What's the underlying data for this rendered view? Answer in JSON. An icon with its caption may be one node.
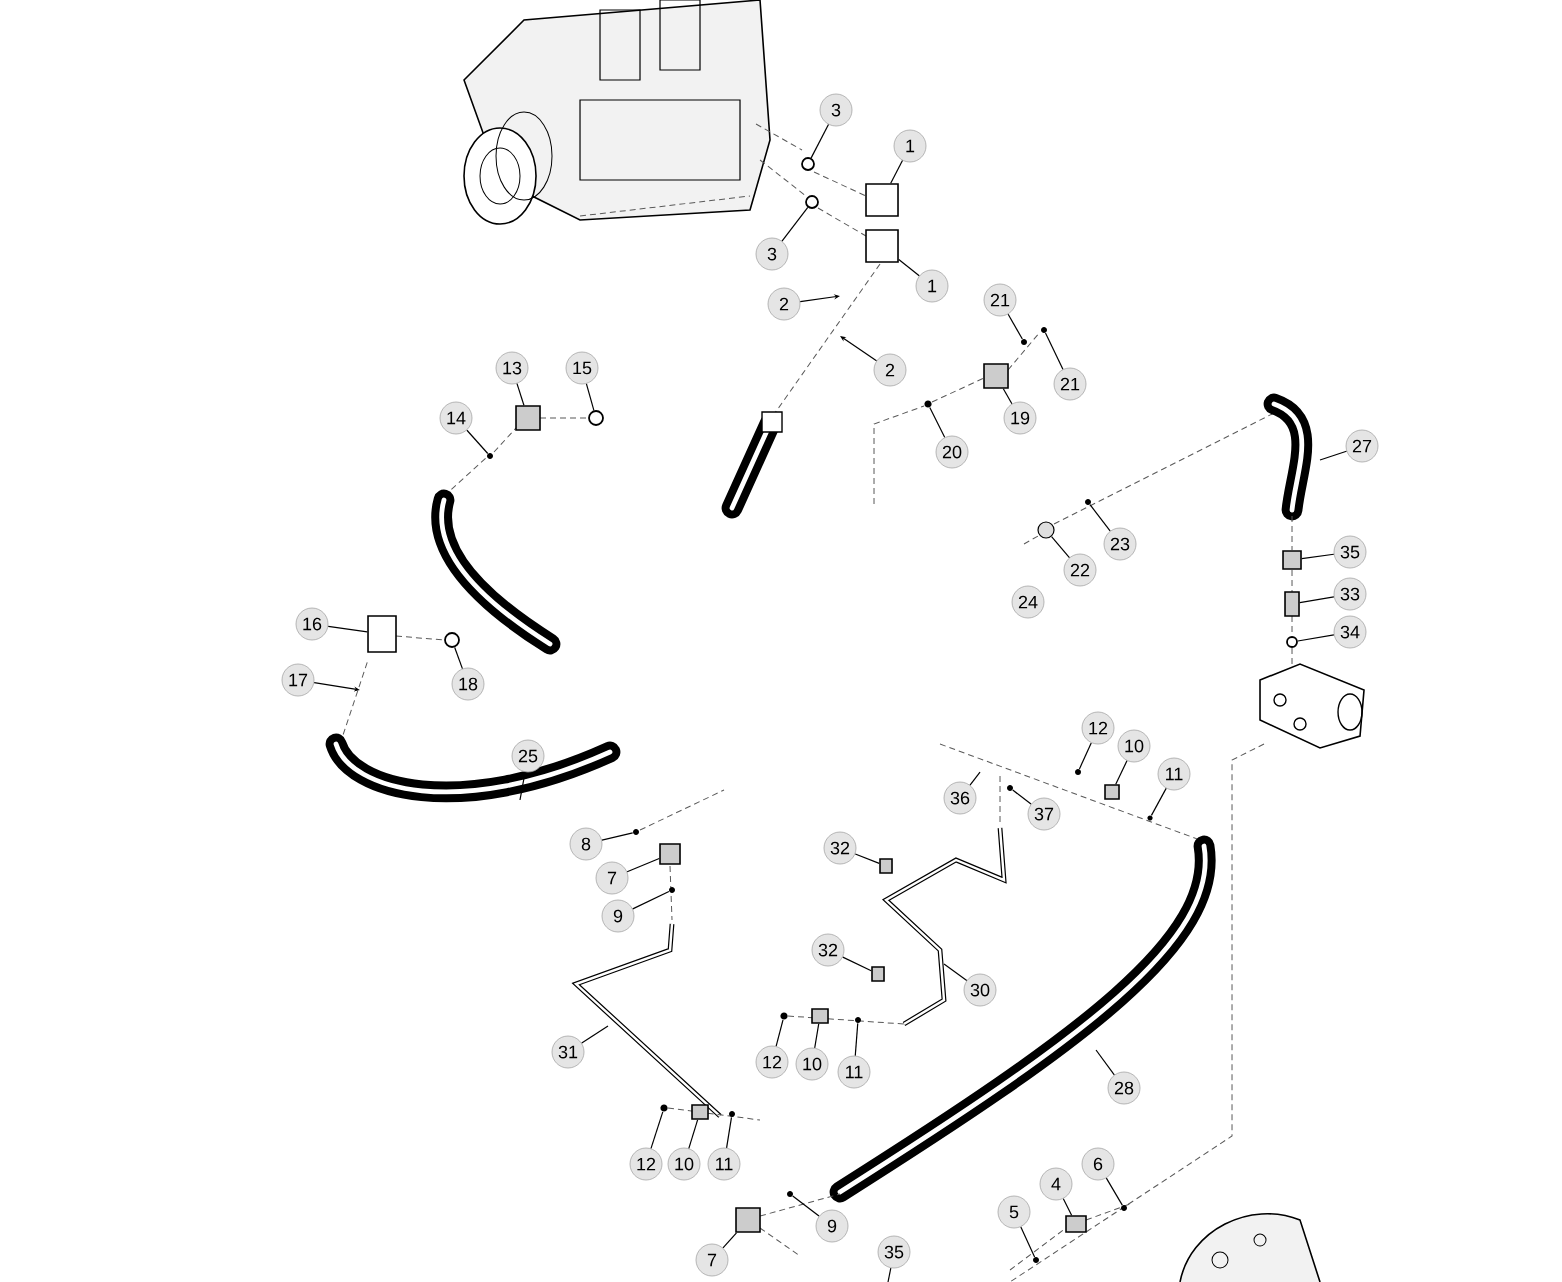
{
  "diagram": {
    "nodes": [
      {
        "text": [
          "3"
        ]
      },
      {
        "text": [
          "1"
        ]
      },
      {
        "text": [
          "3"
        ]
      },
      {
        "text": [
          "1"
        ]
      },
      {
        "text": [
          "2"
        ]
      },
      {
        "text": [
          "2"
        ]
      },
      {
        "text": [
          "21"
        ]
      },
      {
        "text": [
          "21"
        ]
      },
      {
        "text": [
          "19"
        ]
      },
      {
        "text": [
          "20"
        ]
      },
      {
        "text": [
          "13"
        ]
      },
      {
        "text": [
          "15"
        ]
      },
      {
        "text": [
          "14"
        ]
      },
      {
        "text": [
          "27"
        ]
      },
      {
        "text": [
          "23"
        ]
      },
      {
        "text": [
          "22"
        ]
      },
      {
        "text": [
          "24"
        ]
      },
      {
        "text": [
          "35"
        ]
      },
      {
        "text": [
          "33"
        ]
      },
      {
        "text": [
          "34"
        ]
      },
      {
        "text": [
          "16"
        ]
      },
      {
        "text": [
          "18"
        ]
      },
      {
        "text": [
          "17"
        ]
      },
      {
        "text": [
          "25"
        ]
      },
      {
        "text": [
          "12"
        ]
      },
      {
        "text": [
          "10"
        ]
      },
      {
        "text": [
          "11"
        ]
      },
      {
        "text": [
          "36"
        ]
      },
      {
        "text": [
          "37"
        ]
      },
      {
        "text": [
          "8"
        ]
      },
      {
        "text": [
          "7"
        ]
      },
      {
        "text": [
          "32"
        ]
      },
      {
        "text": [
          "9"
        ]
      },
      {
        "text": [
          "32"
        ]
      },
      {
        "text": [
          "30"
        ]
      },
      {
        "text": [
          "31"
        ]
      },
      {
        "text": [
          "12"
        ]
      },
      {
        "text": [
          "10"
        ]
      },
      {
        "text": [
          "11"
        ]
      },
      {
        "text": [
          "28"
        ]
      },
      {
        "text": [
          "12"
        ]
      },
      {
        "text": [
          "10"
        ]
      },
      {
        "text": [
          "11"
        ]
      },
      {
        "text": [
          "6"
        ]
      },
      {
        "text": [
          "4"
        ]
      },
      {
        "text": [
          "9"
        ]
      },
      {
        "text": [
          "5"
        ]
      },
      {
        "text": [
          "7"
        ]
      },
      {
        "text": [
          "35"
        ]
      },
      {
        "text": [],
        "shape": "circle"
      },
      {
        "text": [],
        "shape": "box"
      },
      {
        "text": [],
        "shape": "circle"
      },
      {
        "text": [],
        "shape": "box"
      },
      {
        "text": [],
        "shape": "circle"
      },
      {
        "text": [],
        "shape": "circle"
      },
      {
        "text": [],
        "shape": "box"
      },
      {
        "text": [],
        "shape": "circle"
      },
      {
        "text": [],
        "shape": "box"
      },
      {
        "text": [],
        "shape": "circle"
      },
      {
        "text": [],
        "shape": "circle"
      },
      {
        "text": [],
        "shape": "circle"
      },
      {
        "text": [],
        "shape": "circle"
      },
      {
        "text": [],
        "shape": "box"
      },
      {
        "text": [],
        "shape": "box"
      },
      {
        "text": [],
        "shape": "circle"
      },
      {
        "text": [],
        "shape": "box"
      },
      {
        "text": [],
        "shape": "circle"
      },
      {
        "text": [],
        "shape": "circle"
      },
      {
        "text": [],
        "shape": "box"
      },
      {
        "text": [],
        "shape": "circle"
      },
      {
        "text": [],
        "shape": "circle"
      },
      {
        "text": [],
        "shape": "circle"
      },
      {
        "text": [],
        "shape": "box"
      },
      {
        "text": [],
        "shape": "box"
      },
      {
        "text": [],
        "shape": "circle"
      },
      {
        "text": [],
        "shape": "box"
      },
      {
        "text": [],
        "shape": "circle"
      },
      {
        "text": [],
        "shape": "box"
      },
      {
        "text": [],
        "shape": "circle"
      },
      {
        "text": [],
        "shape": "circle"
      },
      {
        "text": [],
        "shape": "box"
      },
      {
        "text": [],
        "shape": "circle"
      },
      {
        "text": [],
        "shape": "circle"
      },
      {
        "text": [],
        "shape": "box"
      },
      {
        "text": [],
        "shape": "circle"
      },
      {
        "text": [],
        "shape": "circle"
      },
      {
        "text": [],
        "shape": "box"
      }
    ],
    "edges": [
      {
        "from": 0,
        "to": 49,
        "arrow": "none"
      },
      {
        "from": 1,
        "to": 50,
        "arrow": "none"
      },
      {
        "from": 2,
        "to": 51,
        "arrow": "none"
      },
      {
        "from": 3,
        "to": 52,
        "arrow": "none"
      },
      {
        "from": 4,
        "to": null,
        "arrow": "to"
      },
      {
        "from": 5,
        "to": null,
        "arrow": "to"
      },
      {
        "from": 6,
        "to": 53,
        "arrow": "none"
      },
      {
        "from": 7,
        "to": 54,
        "arrow": "none"
      },
      {
        "from": 8,
        "to": 55,
        "arrow": "none"
      },
      {
        "from": 9,
        "to": 56,
        "arrow": "none"
      },
      {
        "from": 10,
        "to": 57,
        "arrow": "none"
      },
      {
        "from": 11,
        "to": 58,
        "arrow": "none"
      },
      {
        "from": 12,
        "to": 59,
        "arrow": "none"
      },
      {
        "from": 13,
        "to": null,
        "arrow": "none"
      },
      {
        "from": 14,
        "to": 60,
        "arrow": "none"
      },
      {
        "from": 15,
        "to": 61,
        "arrow": "none"
      },
      {
        "from": 17,
        "to": 62,
        "arrow": "none"
      },
      {
        "from": 18,
        "to": 63,
        "arrow": "none"
      },
      {
        "from": 19,
        "to": 64,
        "arrow": "none"
      },
      {
        "from": 20,
        "to": 65,
        "arrow": "none"
      },
      {
        "from": 21,
        "to": 66,
        "arrow": "none"
      },
      {
        "from": 22,
        "to": null,
        "arrow": "to"
      },
      {
        "from": 23,
        "to": null,
        "arrow": "none"
      },
      {
        "from": 24,
        "to": 67,
        "arrow": "none"
      },
      {
        "from": 25,
        "to": 68,
        "arrow": "none"
      },
      {
        "from": 26,
        "to": 69,
        "arrow": "none"
      },
      {
        "from": 27,
        "to": null,
        "arrow": "none"
      },
      {
        "from": 28,
        "to": 70,
        "arrow": "none"
      },
      {
        "from": 29,
        "to": 71,
        "arrow": "none"
      },
      {
        "from": 30,
        "to": 72,
        "arrow": "none"
      },
      {
        "from": 31,
        "to": 73,
        "arrow": "none"
      },
      {
        "from": 32,
        "to": 74,
        "arrow": "none"
      },
      {
        "from": 33,
        "to": 75,
        "arrow": "none"
      },
      {
        "from": 34,
        "to": null,
        "arrow": "none"
      },
      {
        "from": 35,
        "to": null,
        "arrow": "none"
      },
      {
        "from": 36,
        "to": 76,
        "arrow": "none"
      },
      {
        "from": 37,
        "to": 77,
        "arrow": "none"
      },
      {
        "from": 38,
        "to": 78,
        "arrow": "none"
      },
      {
        "from": 39,
        "to": null,
        "arrow": "none"
      },
      {
        "from": 40,
        "to": 79,
        "arrow": "none"
      },
      {
        "from": 41,
        "to": 80,
        "arrow": "none"
      },
      {
        "from": 42,
        "to": 81,
        "arrow": "none"
      },
      {
        "from": 43,
        "to": 82,
        "arrow": "none"
      },
      {
        "from": 44,
        "to": 83,
        "arrow": "none"
      },
      {
        "from": 45,
        "to": 84,
        "arrow": "none"
      },
      {
        "from": 46,
        "to": 85,
        "arrow": "none"
      },
      {
        "from": 47,
        "to": 86,
        "arrow": "none"
      },
      {
        "from": 48,
        "to": null,
        "arrow": "none"
      }
    ]
  }
}
